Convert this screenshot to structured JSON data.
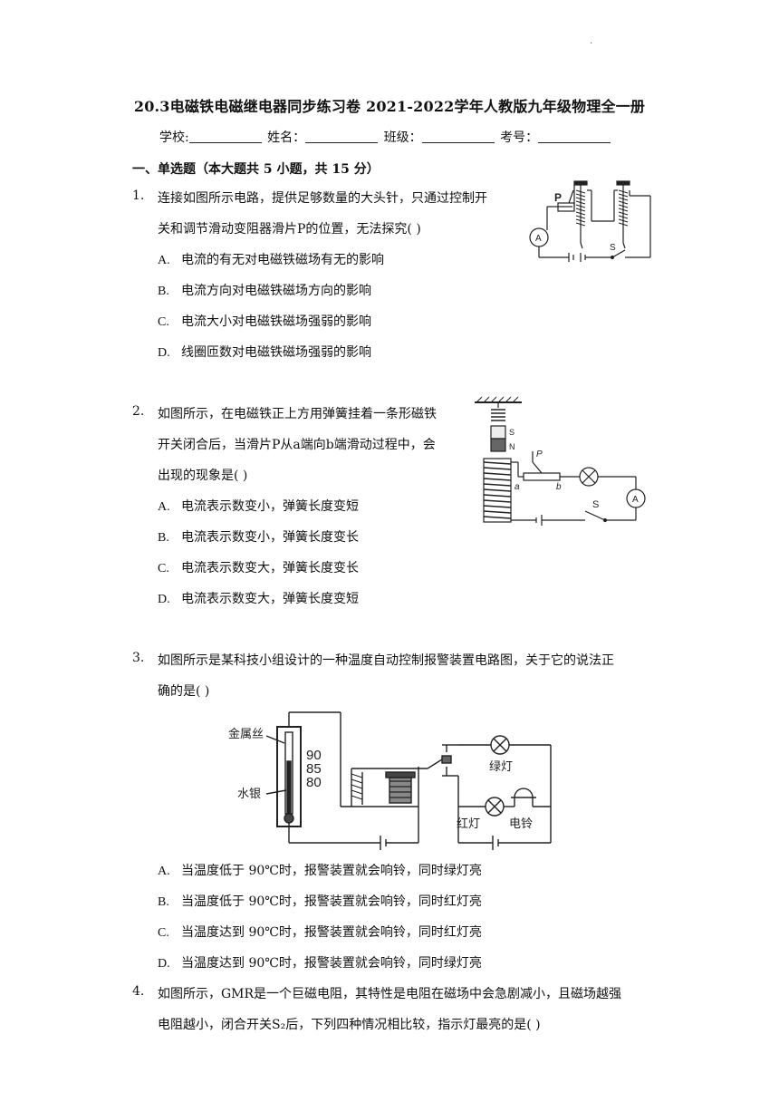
{
  "page": {
    "dot": ".",
    "title": "20.3电磁铁电磁继电器同步练习卷 2021-2022学年人教版九年级物理全一册",
    "info": {
      "school_label": "学校:",
      "name_label": "姓名：",
      "class_label": "班级：",
      "exam_no_label": "考号："
    },
    "section_title": "一、单选题（本大题共 5 小题，共 15 分）"
  },
  "questions": [
    {
      "num": "1.",
      "lines": [
        "连接如图所示电路，提供足够数量的大头针，只通过控制开",
        "关和调节滑动变阻器滑片P的位置，无法探究(    )"
      ],
      "options": [
        {
          "letter": "A.",
          "text": "电流的有无对电磁铁磁场有无的影响"
        },
        {
          "letter": "B.",
          "text": "电流方向对电磁铁磁场方向的影响"
        },
        {
          "letter": "C.",
          "text": "电流大小对电磁铁磁场强弱的影响"
        },
        {
          "letter": "D.",
          "text": "线圈匝数对电磁铁磁场强弱的影响"
        }
      ],
      "figure": {
        "p_label": "P",
        "a_label": "A",
        "s_label": "S"
      }
    },
    {
      "num": "2.",
      "lines": [
        "如图所示，在电磁铁正上方用弹簧挂着一条形磁铁",
        "开关闭合后，当滑片P从a端向b端滑动过程中，会",
        "出现的现象是(    )"
      ],
      "options": [
        {
          "letter": "A.",
          "text": "电流表示数变小，弹簧长度变短"
        },
        {
          "letter": "B.",
          "text": "电流表示数变小，弹簧长度变长"
        },
        {
          "letter": "C.",
          "text": "电流表示数变大，弹簧长度变长"
        },
        {
          "letter": "D.",
          "text": "电流表示数变大，弹簧长度变短"
        }
      ],
      "figure": {
        "s_pole": "S",
        "n_pole": "N",
        "p_label": "P",
        "a_label": "a",
        "b_label": "b",
        "switch_label": "S",
        "ammeter_label": "A"
      }
    },
    {
      "num": "3.",
      "lines": [
        "如图所示是某科技小组设计的一种温度自动控制报警装置电路图，关于它的说法正",
        "确的是(    )"
      ],
      "options": [
        {
          "letter": "A.",
          "text": "当温度低于 90℃时，报警装置就会响铃，同时绿灯亮"
        },
        {
          "letter": "B.",
          "text": "当温度低于 90℃时，报警装置就会响铃，同时红灯亮"
        },
        {
          "letter": "C.",
          "text": "当温度达到 90℃时，报警装置就会响铃，同时红灯亮"
        },
        {
          "letter": "D.",
          "text": "当温度达到 90℃时，报警装置就会响铃，同时绿灯亮"
        }
      ],
      "figure": {
        "wire_label": "金属丝",
        "mercury_label": "水银",
        "t90": "90",
        "t85": "85",
        "t80": "80",
        "green_lamp": "绿灯",
        "red_lamp": "红灯",
        "bell": "电铃"
      }
    },
    {
      "num": "4.",
      "lines": [
        "如图所示，GMR是一个巨磁电阻，其特性是电阻在磁场中会急剧减小，且磁场越强",
        "电阻越小，闭合开关S₂后，下列四种情况相比较，指示灯最亮的是(    )"
      ]
    }
  ]
}
